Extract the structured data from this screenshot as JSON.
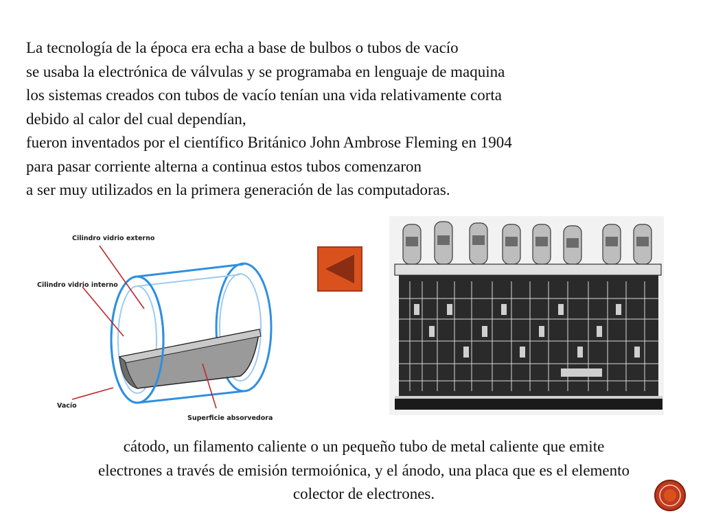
{
  "slide": {
    "paragraph_lines": [
      "La  tecnología  de  la  época  era  echa  a  base  de  bulbos o  tubos  de  vacío",
      "se  usaba  la    electrónica de válvulas y se programaba en lenguaje de maquina",
      "los  sistemas creados  con  tubos  de  vacío  tenían  una  vida  relativamente  corta",
      "debido  al  calor  del  cual  dependían,",
      "fueron  inventados  por  el  científico Británico John Ambrose Fleming en 1904",
      "para  pasar  corriente  alterna a continua  estos  tubos  comenzaron",
      "a  ser  muy  utilizados  en  la  primera  generación  de  las  computadoras."
    ],
    "caption_lines": [
      "cátodo, un filamento caliente o un pequeño tubo de metal caliente que emite",
      "electrones a través de emisión termoiónica, y el ánodo, una placa que es el elemento",
      "colector de electrones."
    ]
  },
  "diagram": {
    "labels": {
      "outer_cylinder": "Cilindro vidrio externo",
      "inner_cylinder": "Cilindro vidrio interno",
      "vacuum": "Vacío",
      "absorbing_surface": "Superficie absorvedora"
    }
  },
  "colors": {
    "accent_orange": "#d9521e",
    "accent_dark": "#8a2d12",
    "corner_red": "#c0391b",
    "pointer_red": "#c0262a",
    "glass_blue": "#2f8fe0"
  },
  "icons": {
    "back_button": "back-arrow-icon",
    "corner": "circle-nav-icon"
  }
}
